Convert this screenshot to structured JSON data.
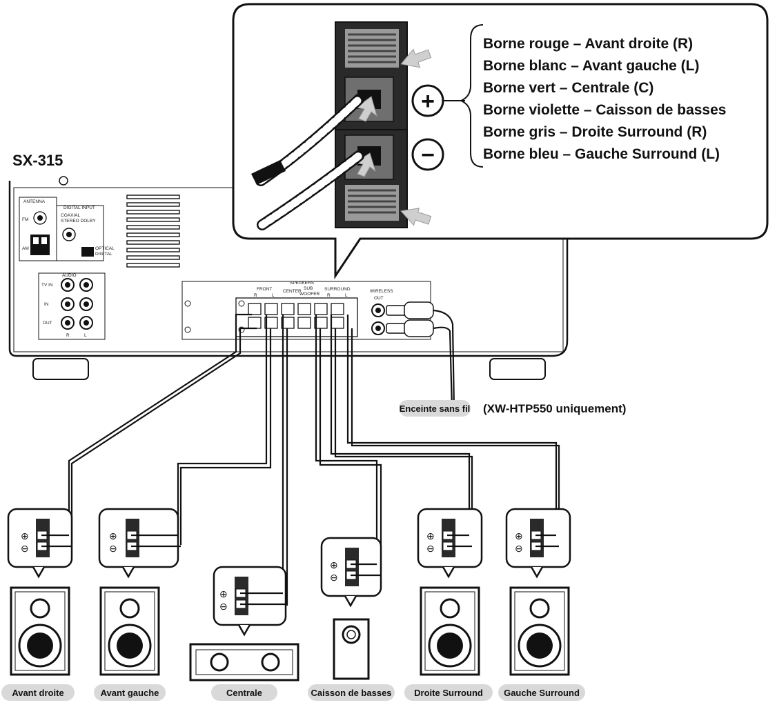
{
  "model": "SX-315",
  "legend": [
    "Borne rouge – Avant droite (R)",
    "Borne blanc – Avant gauche (L)",
    "Borne vert – Centrale (C)",
    "Borne violette – Caisson de basses",
    "Borne gris – Droite Surround (R)",
    "Borne bleu – Gauche Surround (L)"
  ],
  "polarity": {
    "plus": "+",
    "minus": "−",
    "plus_small": "⊕",
    "minus_small": "⊖"
  },
  "panel": {
    "antenna": "ANTENNA",
    "fm": "FM",
    "am": "AM",
    "digital_input": "DIGITAL INPUT",
    "coaxial": "COAXIAL",
    "stereo_dolby": "STEREO DOLBY",
    "optical": "OPTICAL",
    "digital": "DIGITAL",
    "audio": "AUDIO",
    "tv_in": "TV IN",
    "in": "IN",
    "out": "OUT",
    "r": "R",
    "l": "L",
    "speakers": "SPEAKERS",
    "front": "FRONT",
    "center": "CENTER",
    "sub": "SUB",
    "woofer": "WOOFER",
    "surround": "SURROUND",
    "wireless": "WIRELESS",
    "wireless_out": "OUT"
  },
  "wireless_label": "Enceinte sans fil",
  "wireless_note": "(XW-HTP550 uniquement)",
  "speakers": [
    "Avant droite",
    "Avant gauche",
    "Centrale",
    "Caisson de basses",
    "Droite Surround",
    "Gauche Surround"
  ]
}
